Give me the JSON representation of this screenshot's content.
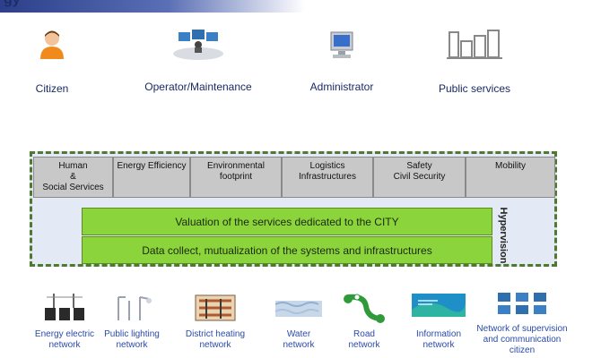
{
  "header": {
    "title": "gy"
  },
  "actors": [
    {
      "label": "Citizen",
      "icon": "citizen-person-icon"
    },
    {
      "label": "Operator/Maintenance",
      "icon": "operator-workstation-icon"
    },
    {
      "label": "Administrator",
      "icon": "administrator-computer-icon"
    },
    {
      "label": "Public services",
      "icon": "public-buildings-icon"
    }
  ],
  "services": [
    "Human\n&\nSocial Services",
    "Energy Efficiency",
    "Environmental\nfootprint",
    "Logistics\nInfrastructures",
    "Safety\nCivil Security",
    "Mobility"
  ],
  "bands": {
    "valuation": "Valuation of the services dedicated to the CITY",
    "data_collect": "Data collect, mutualization of the systems and infrastructures"
  },
  "hypervision_label": "Hypervision",
  "networks": [
    {
      "label": "Energy electric\nnetwork",
      "icon": "electric-pylon-icon"
    },
    {
      "label": "Public lighting\nnetwork",
      "icon": "street-light-icon"
    },
    {
      "label": "District heating\nnetwork",
      "icon": "heating-pipes-icon"
    },
    {
      "label": "Water\nnetwork",
      "icon": "water-icon"
    },
    {
      "label": "Road\nnetwork",
      "icon": "road-icon"
    },
    {
      "label": "Information\nnetwork",
      "icon": "information-icon"
    },
    {
      "label": "Network of supervision\nand communication\ncitizen",
      "icon": "supervision-devices-icon"
    }
  ],
  "colors": {
    "band_green": "#8cd43c",
    "frame_dash": "#4e7a2f",
    "label_blue": "#2a4aa8",
    "actor_label": "#1a2a66"
  }
}
